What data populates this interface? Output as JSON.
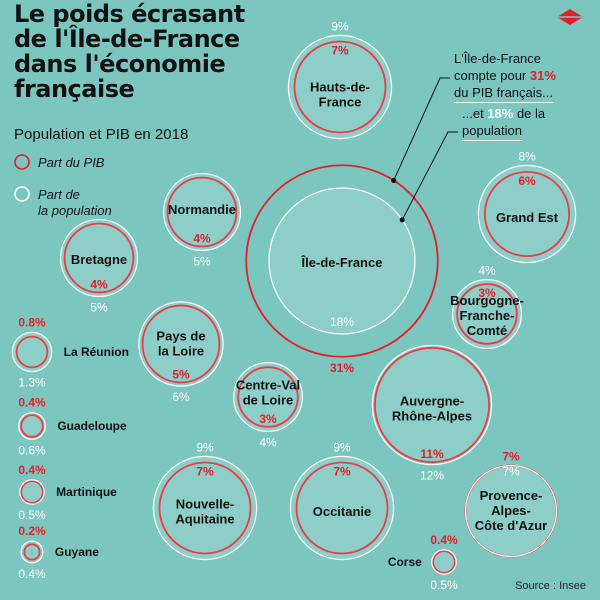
{
  "header": {
    "title_lines": [
      "Le poids écrasant",
      "de l'Île-de-France",
      "dans l'économie",
      "française"
    ],
    "subtitle": "Population et PIB en 2018",
    "source": "Source : Insee"
  },
  "annotations": {
    "pib": {
      "l1": "L'Île-de-France",
      "l2a": "compte pour ",
      "l2b": "31%",
      "l3": "du PIB français..."
    },
    "pop": {
      "l1a": "...et ",
      "l1b": "18%",
      "l1c": " de la",
      "l2": "population"
    }
  },
  "legend": [
    {
      "label_lines": [
        "Part du PIB"
      ],
      "key": "pib"
    },
    {
      "label_lines": [
        "Part de",
        "la population"
      ],
      "key": "pop"
    }
  ],
  "colors": {
    "background": "#7cc6c0",
    "pib": "#e41e26",
    "population": "#ffffff",
    "text": "#111111"
  },
  "chart_data": {
    "type": "proportional-circles",
    "series": [
      {
        "name": "Part du PIB",
        "unit": "%"
      },
      {
        "name": "Part de la population",
        "unit": "%"
      }
    ],
    "regions": [
      {
        "name": "Île-de-France",
        "pib": 31,
        "pop": 18,
        "pib_label": "31%",
        "pop_label": "18%"
      },
      {
        "name": "Hauts-de-France",
        "pib": 7,
        "pop": 9,
        "pib_label": "7%",
        "pop_label": "9%"
      },
      {
        "name": "Grand Est",
        "pib": 6,
        "pop": 8,
        "pib_label": "6%",
        "pop_label": "8%"
      },
      {
        "name": "Normandie",
        "pib": 4,
        "pop": 5,
        "pib_label": "4%",
        "pop_label": "5%"
      },
      {
        "name": "Bretagne",
        "pib": 4,
        "pop": 5,
        "pib_label": "4%",
        "pop_label": "5%"
      },
      {
        "name": "Bourgogne-Franche-Comté",
        "pib": 3,
        "pop": 4,
        "pib_label": "3%",
        "pop_label": "4%"
      },
      {
        "name": "Pays de la Loire",
        "pib": 5,
        "pop": 6,
        "pib_label": "5%",
        "pop_label": "6%"
      },
      {
        "name": "Centre-Val de Loire",
        "pib": 3,
        "pop": 4,
        "pib_label": "3%",
        "pop_label": "4%"
      },
      {
        "name": "Auvergne-Rhône-Alpes",
        "pib": 11,
        "pop": 12,
        "pib_label": "11%",
        "pop_label": "12%"
      },
      {
        "name": "Nouvelle-Aquitaine",
        "pib": 7,
        "pop": 9,
        "pib_label": "7%",
        "pop_label": "9%"
      },
      {
        "name": "Occitanie",
        "pib": 7,
        "pop": 9,
        "pib_label": "7%",
        "pop_label": "9%"
      },
      {
        "name": "Provence-Alpes-Côte d'Azur",
        "pib": 7,
        "pop": 7,
        "pib_label": "7%",
        "pop_label": "7%"
      },
      {
        "name": "Corse",
        "pib": 0.4,
        "pop": 0.5,
        "pib_label": "0.4%",
        "pop_label": "0.5%"
      },
      {
        "name": "La Réunion",
        "pib": 0.8,
        "pop": 1.3,
        "pib_label": "0.8%",
        "pop_label": "1.3%"
      },
      {
        "name": "Guadeloupe",
        "pib": 0.4,
        "pop": 0.6,
        "pib_label": "0.4%",
        "pop_label": "0.6%"
      },
      {
        "name": "Martinique",
        "pib": 0.4,
        "pop": 0.5,
        "pib_label": "0.4%",
        "pop_label": "0.5%"
      },
      {
        "name": "Guyane",
        "pib": 0.2,
        "pop": 0.4,
        "pib_label": "0.2%",
        "pop_label": "0.4%"
      }
    ]
  }
}
